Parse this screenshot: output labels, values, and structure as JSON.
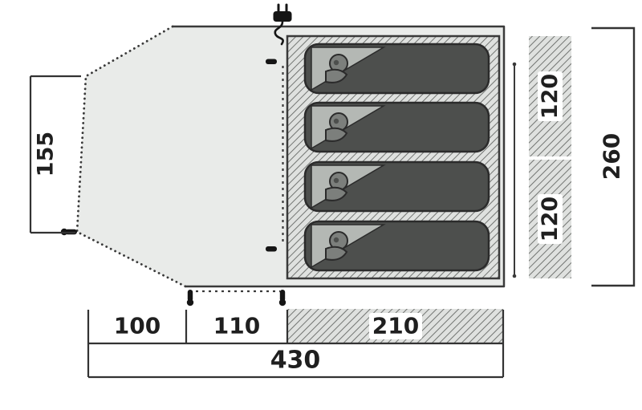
{
  "diagram": {
    "kind": "tent-floorplan-top-view",
    "sleeping_bag_count": 4,
    "dimensions": {
      "porch_depth": "155",
      "bedroom_width_top": "120",
      "bedroom_width_bottom": "120",
      "total_width": "260",
      "porch_length": "100",
      "living_area_length": "110",
      "bedroom_length": "210",
      "total_length": "430"
    },
    "colors": {
      "canvas_fill": "#e9ebe9",
      "outline": "#3a3a3a",
      "hatch_fill": "#dfe1df",
      "hatch_line": "#646964",
      "sleeping_bag_fill": "#4d4f4d",
      "sleeping_bag_hood": "#b4b8b4",
      "label_text": "#1f1f1f"
    },
    "icons": {
      "power_plug": "power-plug-icon",
      "tent_peg": "tent-peg-icon",
      "toggle_point": "toggle-point-icon"
    }
  }
}
